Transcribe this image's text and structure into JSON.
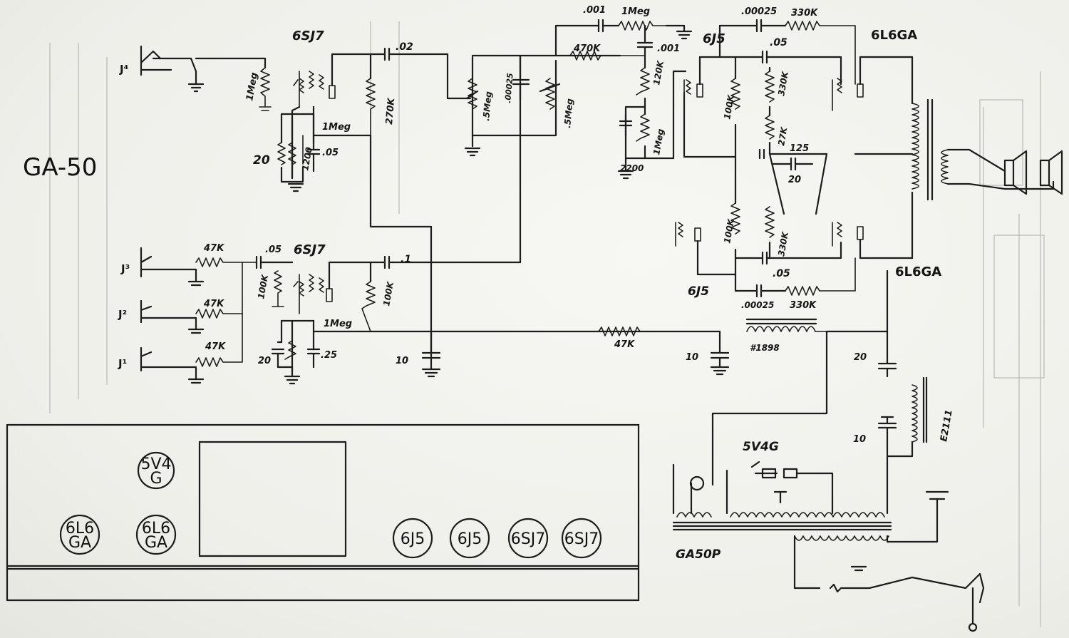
{
  "title": "GA-50",
  "jacks": {
    "j4": "J⁴",
    "j3": "J³",
    "j2": "J²",
    "j1": "J¹"
  },
  "tubes": {
    "v_6sj7_top": "6SJ7",
    "v_6sj7_bot": "6SJ7",
    "v_6j5_top": "6J5",
    "v_6j5_bot": "6J5",
    "v_6l6ga_top": "6L6GA",
    "v_6l6ga_bot": "6L6GA",
    "v_5v4g": "5V4G"
  },
  "components": {
    "r_1meg_in": "1Meg",
    "r_1meg_grid": "1Meg",
    "r_270k": "270K",
    "c_02": ".02",
    "r_5meg_a": ".5Meg",
    "c_00025_mid": ".00025",
    "r_5meg_b": ".5Meg",
    "c_001_a": ".001",
    "r_1meg_fb": "1Meg",
    "r_470k": "470K",
    "c_001_b": ".001",
    "r_120k": "120K",
    "r_1meg_v": "1Meg",
    "c_2200": "2200",
    "c_20_top": "20",
    "r_1200": "1200",
    "c_05_top": ".05",
    "c_00025_top": ".00025",
    "r_330k_top": "330K",
    "c_05_pi": ".05",
    "r_100k_pi_top": "100K",
    "r_330k_pi_top": "330K",
    "r_27k": "27K",
    "c_125": "125",
    "c_20_pi": "20",
    "r_47k_j3": "47K",
    "r_47k_j2": "47K",
    "r_47k_j1": "47K",
    "c_05_bot": ".05",
    "r_100k_bot": "100K",
    "c_1": ".1",
    "r_100k_load": "100K",
    "r_1meg_bot": "1Meg",
    "c_20_bot": "20",
    "c_25_bot": ".25",
    "c_10_a": "10",
    "r_47k_supply": "47K",
    "choke": "#1898",
    "c_10_b": "10",
    "r_100k_pi_bot": "100K",
    "r_330k_pi_bot": "330K",
    "c_05_pi_bot": ".05",
    "c_00025_bot": ".00025",
    "r_330k_bot": "330K",
    "c_20_ps": "20",
    "c_10_ps": "10",
    "choke_e2111": "E2111",
    "transformer": "GA50P"
  },
  "layout_tubes": [
    "5V4\nG",
    "6L6\nGA",
    "6L6\nGA",
    "6J5",
    "6J5",
    "6SJ7",
    "6SJ7"
  ]
}
